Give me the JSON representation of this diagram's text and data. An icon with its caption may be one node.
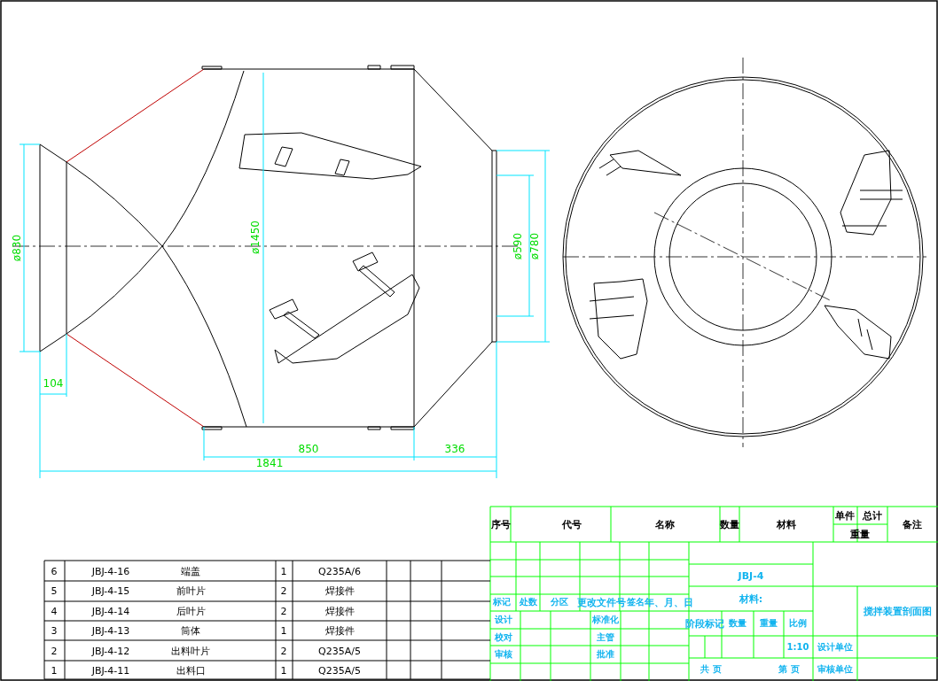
{
  "diagram": {
    "labels": [
      "ø830",
      "ø1450",
      "ø590",
      "ø780",
      "104",
      "850",
      "336",
      "1841",
      "序号",
      "代号",
      "名称",
      "数量",
      "材料",
      "单件",
      "总计",
      "备注",
      "重量",
      "6",
      "JBJ-4-16",
      "端盖",
      "1",
      "Q235A/6",
      "5",
      "JBJ-4-15",
      "前叶片",
      "2",
      "焊接件",
      "4",
      "JBJ-4-14",
      "后叶片",
      "2",
      "焊接件",
      "3",
      "JBJ-4-13",
      "筒体",
      "1",
      "焊接件",
      "2",
      "JBJ-4-12",
      "出料叶片",
      "2",
      "Q235A/5",
      "1",
      "JBJ-4-11",
      "出料口",
      "1",
      "Q235A/5",
      "JBJ-4",
      "标记",
      "处数",
      "分区",
      "更改文件号",
      "签名",
      "年、月、日",
      "材料:",
      "搅拌装置剖面图",
      "设计",
      "标准化",
      "阶段标记",
      "数量",
      "重量",
      "比例",
      "校对",
      "主管",
      "1:10",
      "设计单位",
      "审核",
      "批准",
      "共 页",
      "第 页",
      "审核单位"
    ]
  }
}
